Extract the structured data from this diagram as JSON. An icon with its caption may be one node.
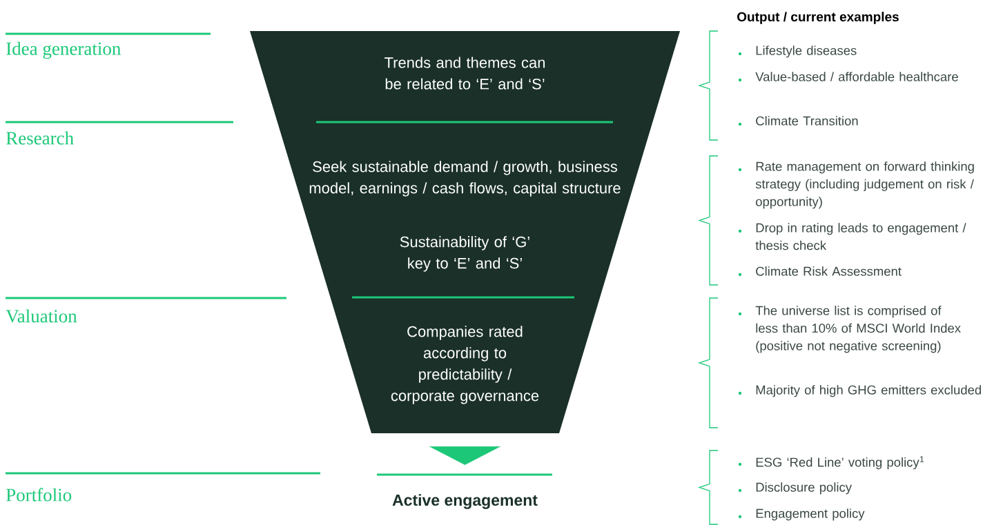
{
  "diagram": {
    "nodes": [
      {
        "text": [
          "Trends and themes can be related to ‘E’ and ‘S’",
          "Seek sustainable demand / growth, business model, earnings / cash flows, capital structure",
          "Sustainability of ‘G’ key to ‘E’ and ‘S’",
          "Companies rated according to predictability / corporate governance"
        ]
      },
      {
        "text": [
          "Active engagement"
        ]
      }
    ],
    "edges": [
      {
        "from": 0,
        "to": 1,
        "arrow": "to"
      }
    ],
    "labels": [
      "Idea generation",
      "Research",
      "Valuation",
      "Portfolio",
      "Output / current examples",
      "Lifestyle diseases",
      "Value-based / affordable healthcare",
      "Climate Transition",
      "Rate management on forward thinking strategy (including judgement on risk / opportunity)",
      "Drop in rating leads to engagement / thesis check",
      "Climate Risk Assessment",
      "The universe list is comprised of less than 10% of MSCI World Index (positive not negative screening)",
      "Majority of high GHG emitters excluded",
      "ESG ‘Red Line’ voting policy$^{1}$",
      "Disclosure policy",
      "Engagement policy"
    ]
  }
}
